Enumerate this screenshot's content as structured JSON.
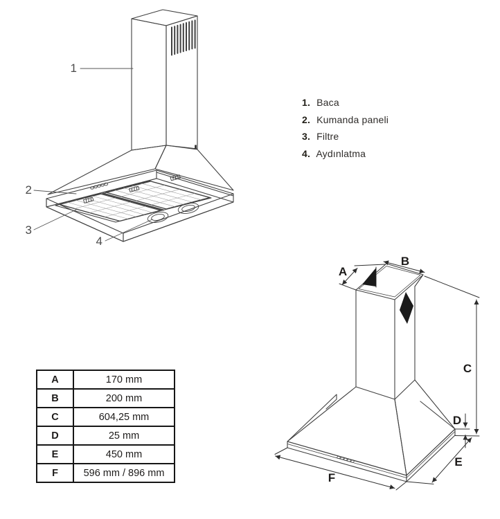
{
  "page": {
    "background": "#ffffff"
  },
  "colors": {
    "line": "#404040",
    "dim_line": "#2f2f2f",
    "vent_fill": "#1b1b1b",
    "callout_text": "#4a4a4a",
    "text_dark": "#1d1b1a",
    "table_border": "#161616"
  },
  "figure1": {
    "callouts": [
      "1",
      "2",
      "3",
      "4"
    ]
  },
  "legend": {
    "items": [
      {
        "num": "1.",
        "label": "Baca"
      },
      {
        "num": "2.",
        "label": "Kumanda paneli"
      },
      {
        "num": "3.",
        "label": "Filtre"
      },
      {
        "num": "4.",
        "label": "Aydınlatma"
      }
    ]
  },
  "dim_table": {
    "rows": [
      {
        "key": "A",
        "value": "170 mm"
      },
      {
        "key": "B",
        "value": "200 mm"
      },
      {
        "key": "C",
        "value": "604,25 mm"
      },
      {
        "key": "D",
        "value": "25 mm"
      },
      {
        "key": "E",
        "value": "450 mm"
      },
      {
        "key": "F",
        "value": "596 mm / 896 mm"
      }
    ]
  },
  "figure2": {
    "dim_labels": [
      "A",
      "B",
      "C",
      "D",
      "E",
      "F"
    ]
  }
}
